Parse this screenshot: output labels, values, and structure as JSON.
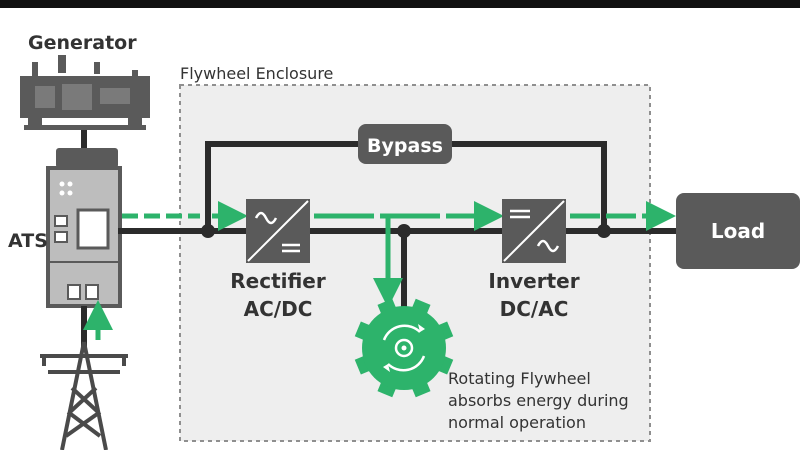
{
  "labels": {
    "generator": "Generator",
    "enclosure": "Flywheel Enclosure",
    "bypass": "Bypass",
    "ats": "ATS",
    "rectifier_line1": "Rectifier",
    "rectifier_line2": "AC/DC",
    "inverter_line1": "Inverter",
    "inverter_line2": "DC/AC",
    "load": "Load",
    "flywheel_line1": "Rotating Flywheel",
    "flywheel_line2": "absorbs energy during",
    "flywheel_line3": "normal operation"
  },
  "colors": {
    "accent": "#2db36b",
    "dark": "#2b2b2b",
    "box": "#5a5a5a",
    "light_gray": "#c9c9c9",
    "enclosure_bg": "#eeeeee",
    "text": "#333333"
  },
  "icons": [
    "generator-icon",
    "ats-cabinet-icon",
    "transmission-tower-icon",
    "rectifier-icon",
    "inverter-icon",
    "flywheel-icon"
  ]
}
